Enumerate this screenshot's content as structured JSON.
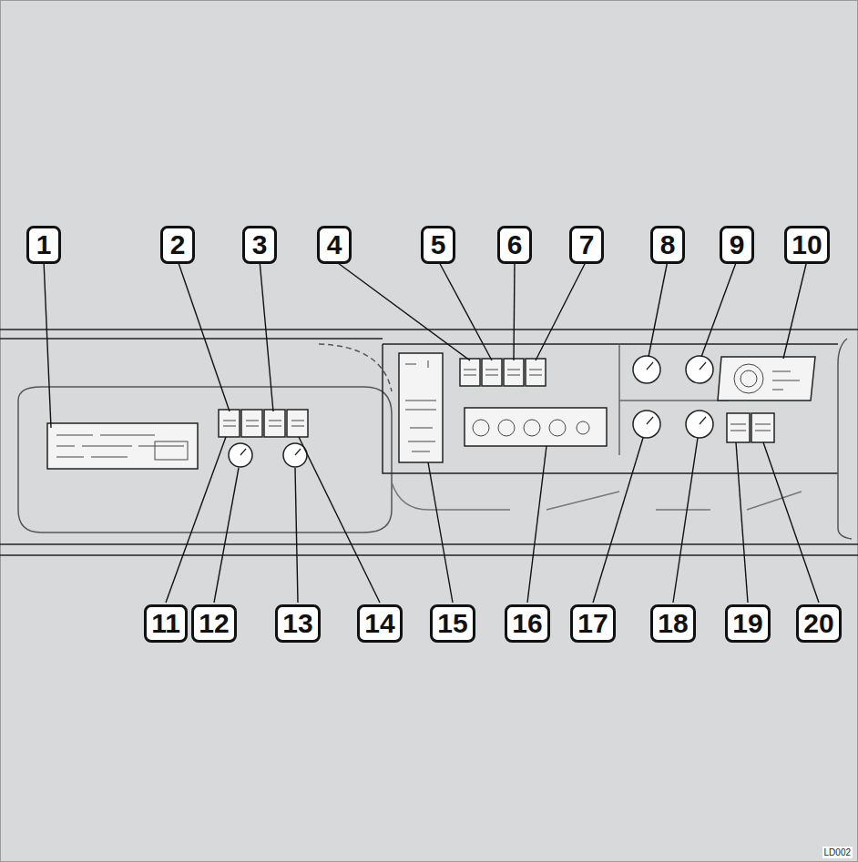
{
  "diagram": {
    "nodes": [
      {
        "text": [
          "1"
        ]
      },
      {
        "text": [
          "2"
        ]
      },
      {
        "text": [
          "3"
        ]
      },
      {
        "text": [
          "4"
        ]
      },
      {
        "text": [
          "5"
        ]
      },
      {
        "text": [
          "6"
        ]
      },
      {
        "text": [
          "7"
        ]
      },
      {
        "text": [
          "8"
        ]
      },
      {
        "text": [
          "9"
        ]
      },
      {
        "text": [
          "10"
        ]
      },
      {
        "text": [
          "11"
        ]
      },
      {
        "text": [
          "12"
        ]
      },
      {
        "text": [
          "13"
        ]
      },
      {
        "text": [
          "14"
        ]
      },
      {
        "text": [
          "15"
        ]
      },
      {
        "text": [
          "16"
        ]
      },
      {
        "text": [
          "17"
        ]
      },
      {
        "text": [
          "18"
        ]
      },
      {
        "text": [
          "19"
        ]
      },
      {
        "text": [
          "20"
        ]
      }
    ],
    "labels": [
      "LD002"
    ]
  }
}
